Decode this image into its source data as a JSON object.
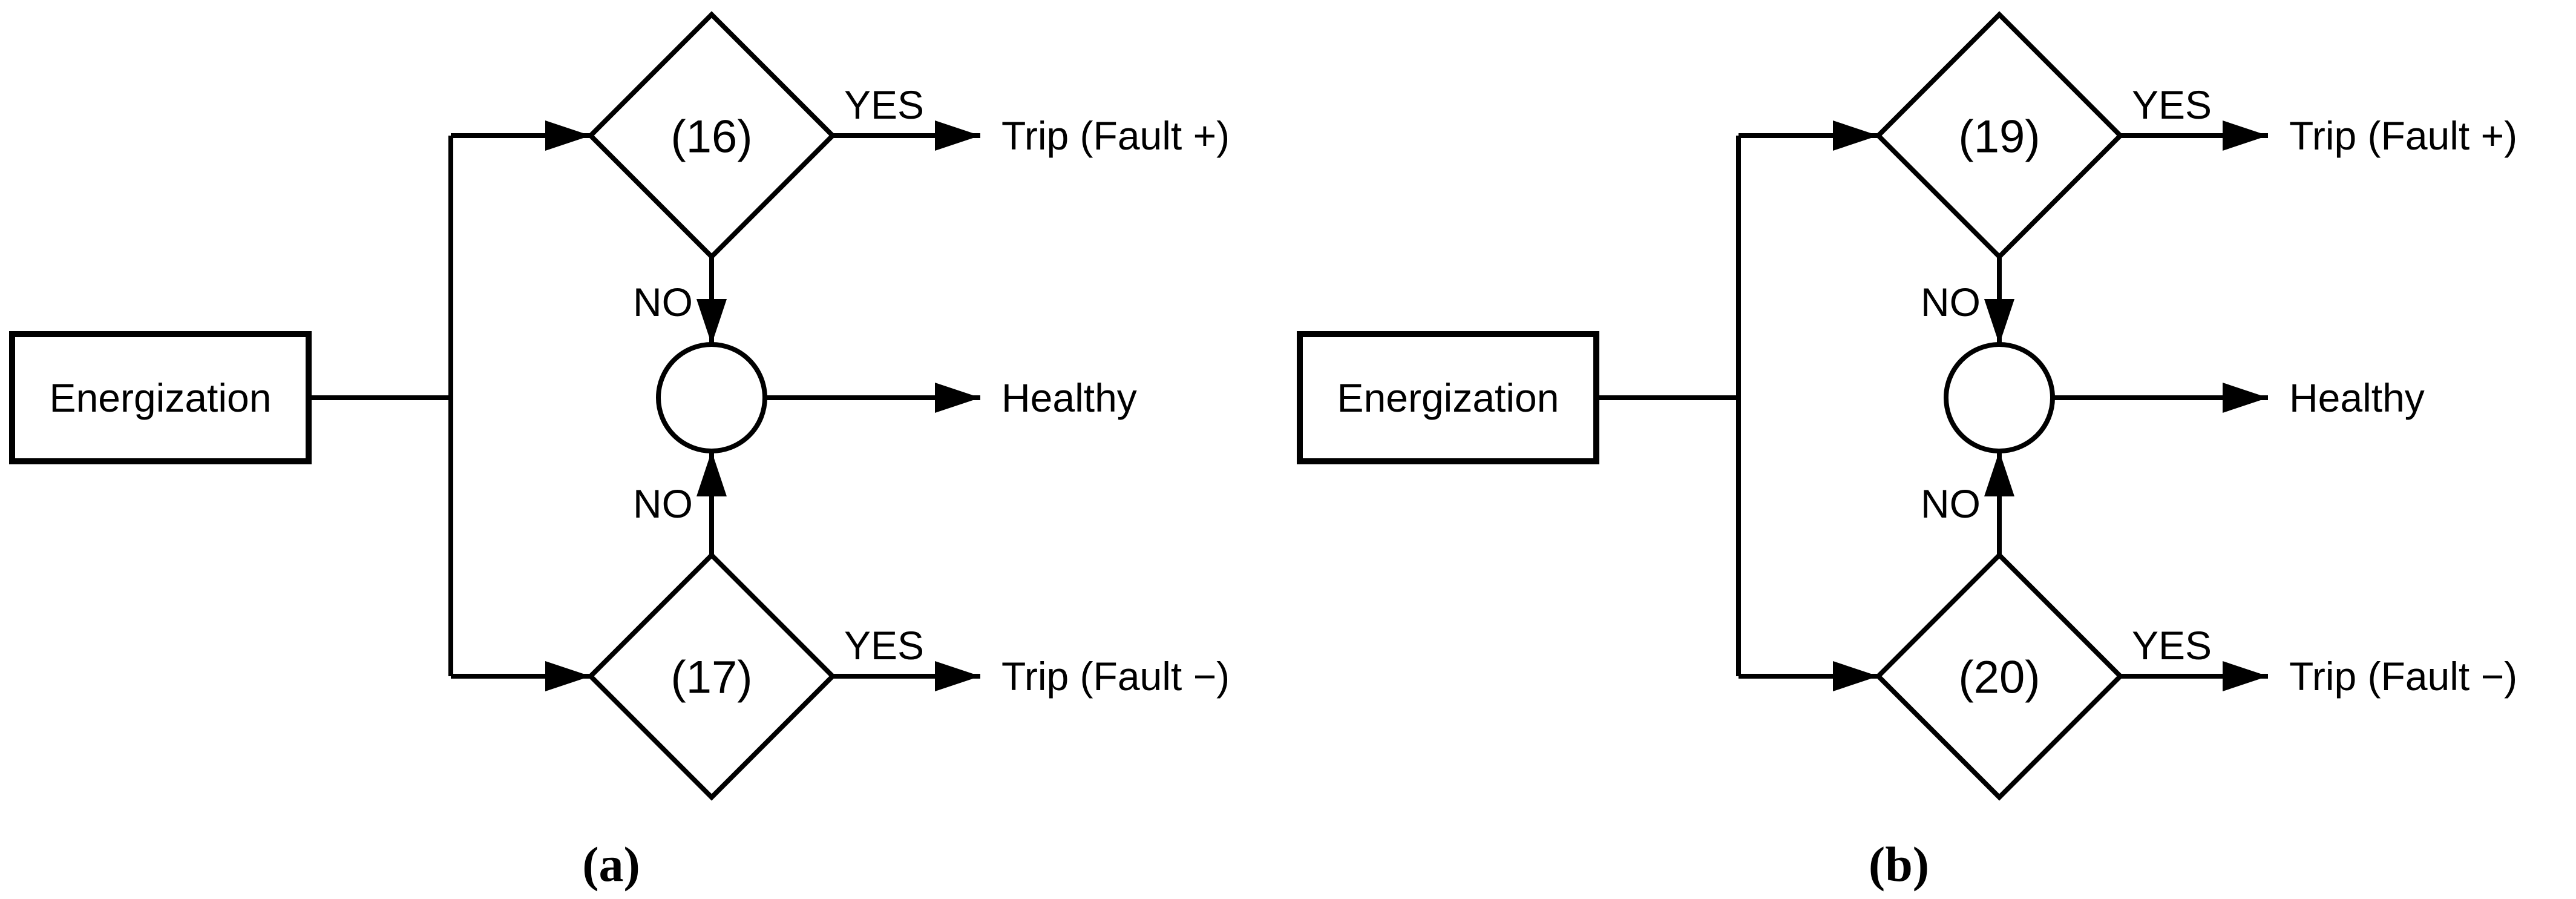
{
  "colors": {
    "background": "#ffffff",
    "line": "#000000",
    "text": "#000000"
  },
  "diagrams": [
    {
      "caption": "(a)",
      "start_label": "Energization",
      "top_branch": {
        "decision": "(16)",
        "yes_label": "YES",
        "no_label": "NO",
        "outcome": "Trip (Fault +)"
      },
      "middle_branch": {
        "outcome": "Healthy"
      },
      "bottom_branch": {
        "decision": "(17)",
        "yes_label": "YES",
        "no_label": "NO",
        "outcome": "Trip (Fault −)"
      }
    },
    {
      "caption": "(b)",
      "start_label": "Energization",
      "top_branch": {
        "decision": "(19)",
        "yes_label": "YES",
        "no_label": "NO",
        "outcome": "Trip (Fault +)"
      },
      "middle_branch": {
        "outcome": "Healthy"
      },
      "bottom_branch": {
        "decision": "(20)",
        "yes_label": "YES",
        "no_label": "NO",
        "outcome": "Trip (Fault −)"
      }
    }
  ]
}
